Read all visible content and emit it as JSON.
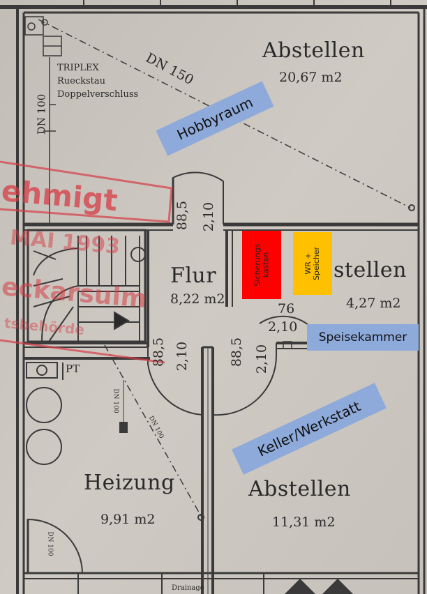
{
  "rooms": {
    "abstellen_top": {
      "name": "Abstellen",
      "area": "20,67 m2"
    },
    "abstellen_mid": {
      "name": "stellen",
      "area": "4,27 m2"
    },
    "flur": {
      "name": "Flur",
      "area": "8,22 m2"
    },
    "heizung": {
      "name": "Heizung",
      "area": "9,91 m2"
    },
    "abstellen_bottom": {
      "name": "Abstellen",
      "area": "11,31 m2"
    }
  },
  "fixtures": {
    "triplex": [
      "TRIPLEX",
      "Rueckstau",
      "Doppelverschluss"
    ],
    "dn150": "DN 150",
    "dn100": "DN 100",
    "pt": "PT",
    "dn100_small": "DN 100",
    "dn_bottom": "DN 100"
  },
  "dimensions": {
    "door_top": {
      "width": "88,5",
      "height": "2,10"
    },
    "door_left": {
      "width": "88,5",
      "height": "2,10"
    },
    "door_mid": {
      "width": "88,5",
      "height": "2,10"
    },
    "door_pantry": {
      "width": "76",
      "height": "2,10"
    }
  },
  "annotations": {
    "hobbyraum": "Hobbyraum",
    "speisekammer": "Speisekammer",
    "keller": "Keller/Werkstatt",
    "sicherung": [
      "Sicherungs",
      "kasten"
    ],
    "wr": [
      "WR +",
      "Speicher"
    ]
  },
  "stamp": {
    "line1": "ehmigt",
    "line2": "MAI 1993",
    "line3": "eckarsulm",
    "line4": "tsbehörde"
  },
  "colors": {
    "hobbyraum_box": "#8eaadb",
    "sicherung_box": "#ff0000",
    "wr_box": "#ffc000",
    "stamp": "#d63c46",
    "walls": "#3a3a3a"
  },
  "footer": {
    "label": "Drainage"
  }
}
